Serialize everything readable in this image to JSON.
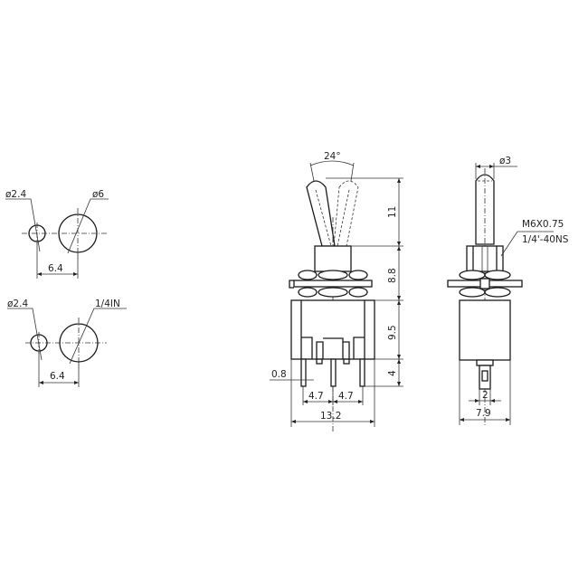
{
  "drawing": {
    "title": "Mini toggle switch dimensional drawing",
    "units": "mm",
    "stroke_color": "#1a1a1a",
    "background": "#ffffff"
  },
  "panel_cutout_metric": {
    "small_hole_label": "ø2.4",
    "large_hole_label": "ø6",
    "spacing_label": "6.4"
  },
  "panel_cutout_imperial": {
    "small_hole_label": "ø2.4",
    "large_hole_label": "1/4IN",
    "spacing_label": "6.4"
  },
  "front_view": {
    "lever_angle_label": "24°",
    "lever_height_label": "11",
    "bushing_height_label": "8.8",
    "body_height_label": "9.5",
    "terminal_length_label": "4",
    "terminal_width_label": "0.8",
    "pitch_left_label": "4.7",
    "pitch_right_label": "4.7",
    "body_width_label": "13.2"
  },
  "side_view": {
    "lever_diameter_label": "ø3",
    "thread_metric_label": "M6X0.75",
    "thread_imperial_label": "1/4'-40NS",
    "terminal_width_label": "2",
    "body_depth_label": "7.9"
  }
}
